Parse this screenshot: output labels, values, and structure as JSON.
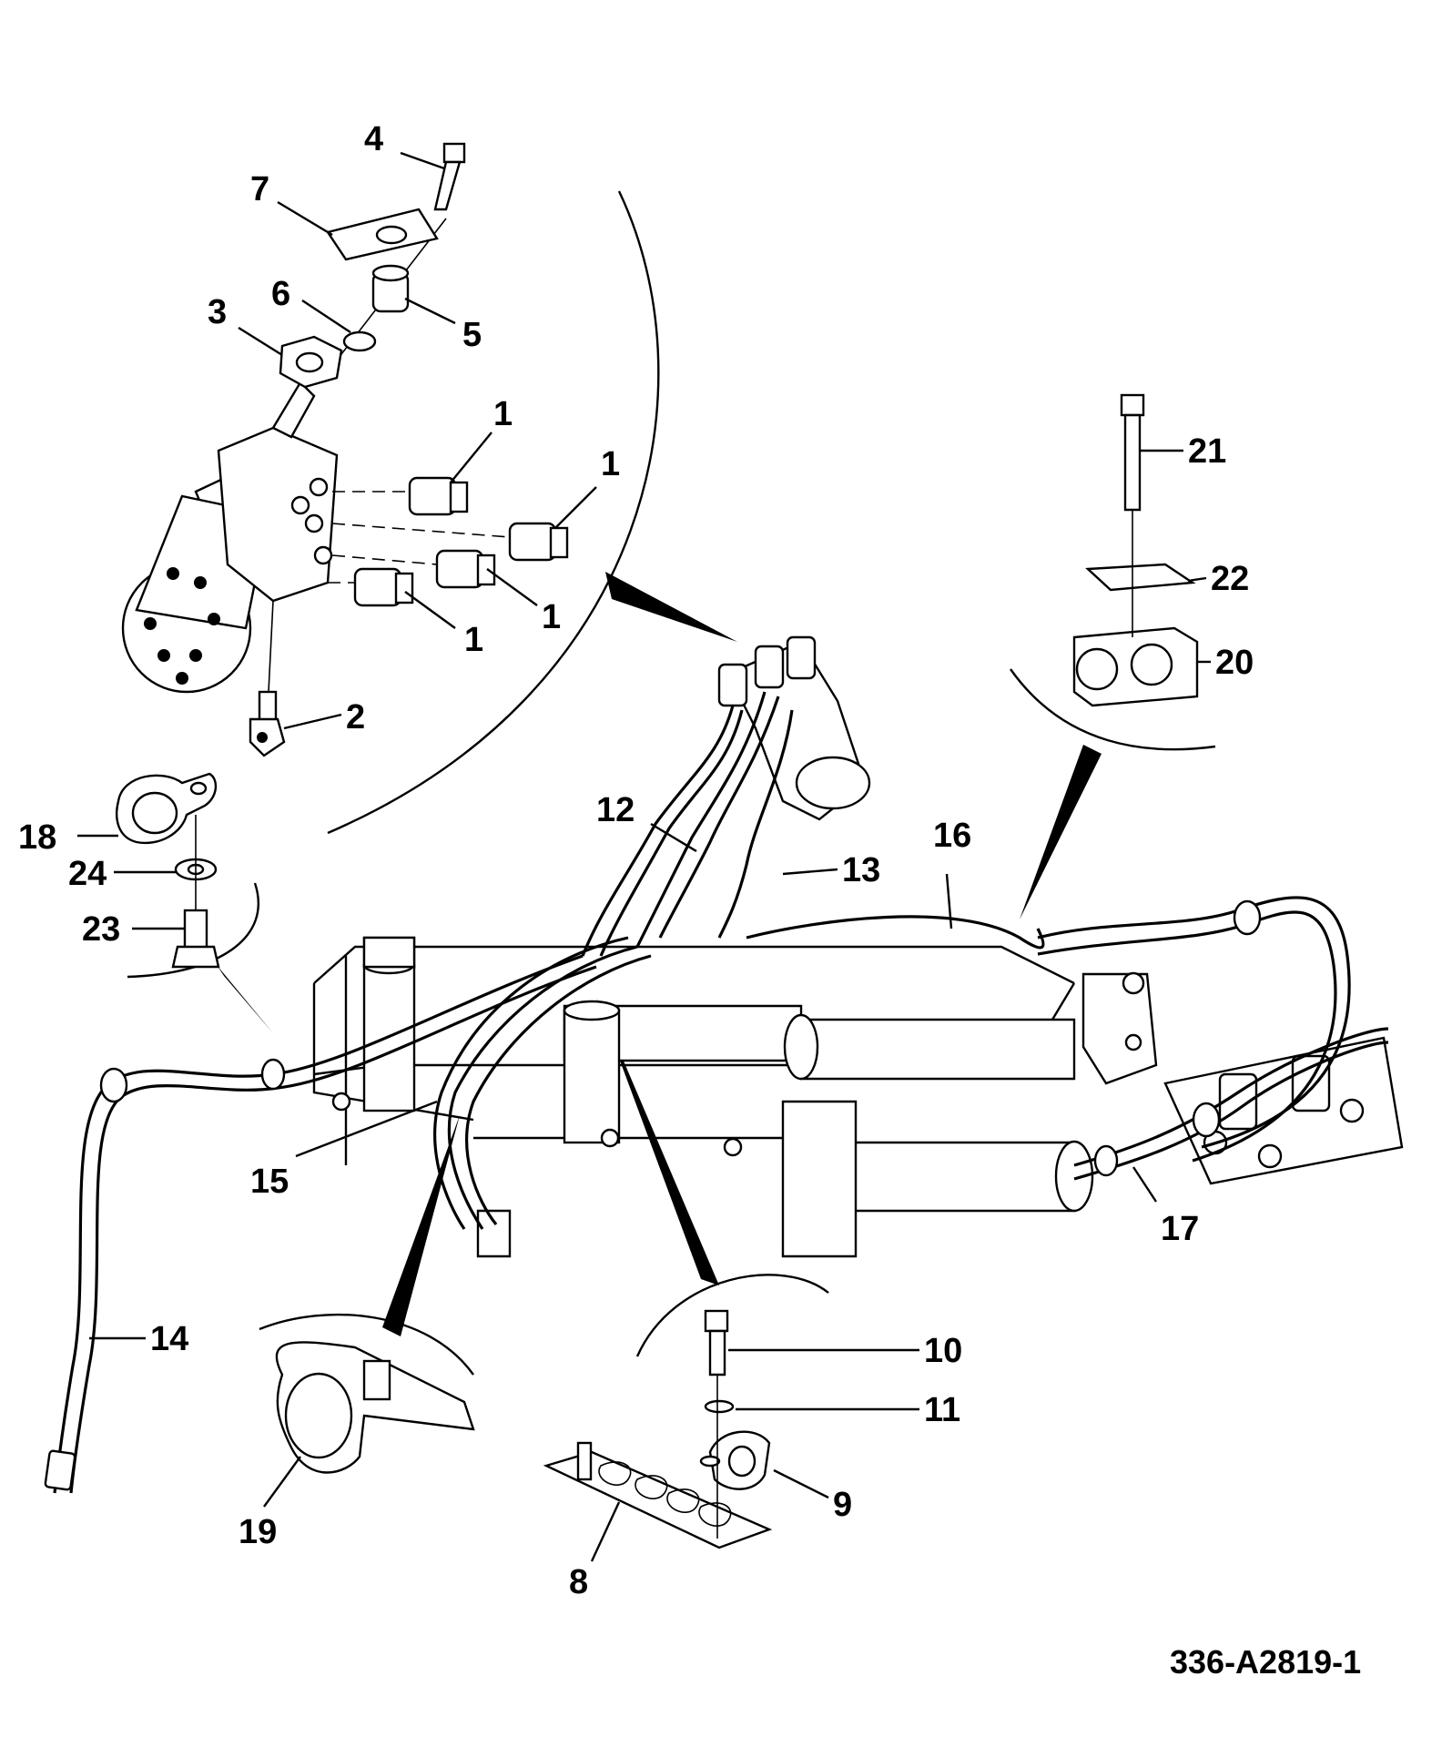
{
  "drawing": {
    "reference_code": "336-A2819-1",
    "callouts": [
      {
        "id": "callout-1a",
        "text": "1"
      },
      {
        "id": "callout-1b",
        "text": "1"
      },
      {
        "id": "callout-1c",
        "text": "1"
      },
      {
        "id": "callout-1d",
        "text": "1"
      },
      {
        "id": "callout-2",
        "text": "2"
      },
      {
        "id": "callout-3",
        "text": "3"
      },
      {
        "id": "callout-4",
        "text": "4"
      },
      {
        "id": "callout-5",
        "text": "5"
      },
      {
        "id": "callout-6",
        "text": "6"
      },
      {
        "id": "callout-7",
        "text": "7"
      },
      {
        "id": "callout-8",
        "text": "8"
      },
      {
        "id": "callout-9",
        "text": "9"
      },
      {
        "id": "callout-10",
        "text": "10"
      },
      {
        "id": "callout-11",
        "text": "11"
      },
      {
        "id": "callout-12",
        "text": "12"
      },
      {
        "id": "callout-13",
        "text": "13"
      },
      {
        "id": "callout-14",
        "text": "14"
      },
      {
        "id": "callout-15",
        "text": "15"
      },
      {
        "id": "callout-16",
        "text": "16"
      },
      {
        "id": "callout-17",
        "text": "17"
      },
      {
        "id": "callout-18",
        "text": "18"
      },
      {
        "id": "callout-19",
        "text": "19"
      },
      {
        "id": "callout-20",
        "text": "20"
      },
      {
        "id": "callout-21",
        "text": "21"
      },
      {
        "id": "callout-22",
        "text": "22"
      },
      {
        "id": "callout-23",
        "text": "23"
      },
      {
        "id": "callout-24",
        "text": "24"
      }
    ]
  }
}
